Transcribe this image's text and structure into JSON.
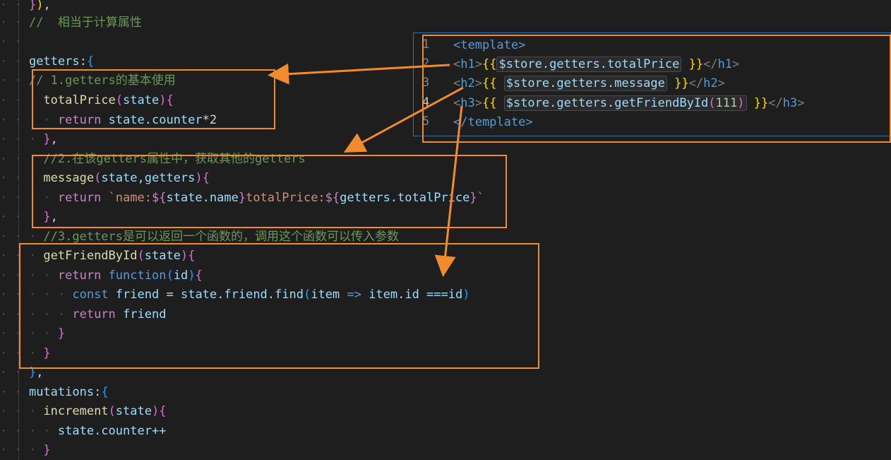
{
  "editor": {
    "comment_computed": "//  相当于计算属性",
    "getters_key": "getters",
    "comment_1": "// 1.getters的基本使用",
    "total_price_fn": "totalPrice",
    "state_param": "state",
    "return_kw": "return",
    "state_counter_expr": "state.counter",
    "times_two": "*2",
    "comment_2": "//2.在该getters属性中，获取其他的getters",
    "message_fn": "message",
    "message_params": "state,getters",
    "template_name_prefix": "`name:",
    "template_state_name": "state.name",
    "template_total_label": "totalPrice:",
    "template_getters_total": "getters.totalPrice",
    "template_end": "`",
    "comment_3": "//3.getters是可以返回一个函数的，调用这个函数可以传入参数",
    "get_friend_fn": "getFriendById",
    "function_kw": "function",
    "id_param": "id",
    "const_kw": "const",
    "friend_var": "friend",
    "state_friend_find": "state.friend.find",
    "arrow_item": "item",
    "arrow_op": "=>",
    "item_id_cmp": "item.id ===id",
    "return_friend": "friend",
    "mutations_key": "mutations",
    "increment_fn": "increment",
    "state_counter_inc": "state.counter++"
  },
  "panel": {
    "line_numbers": [
      "1",
      "2",
      "3",
      "4",
      "5"
    ],
    "template_open": "<template>",
    "template_close": "</template>",
    "h1_expr": "$store.getters.totalPrice",
    "h2_expr": "$store.getters.message",
    "h3_expr": "$store.getters.getFriendById",
    "h3_arg": "111"
  }
}
